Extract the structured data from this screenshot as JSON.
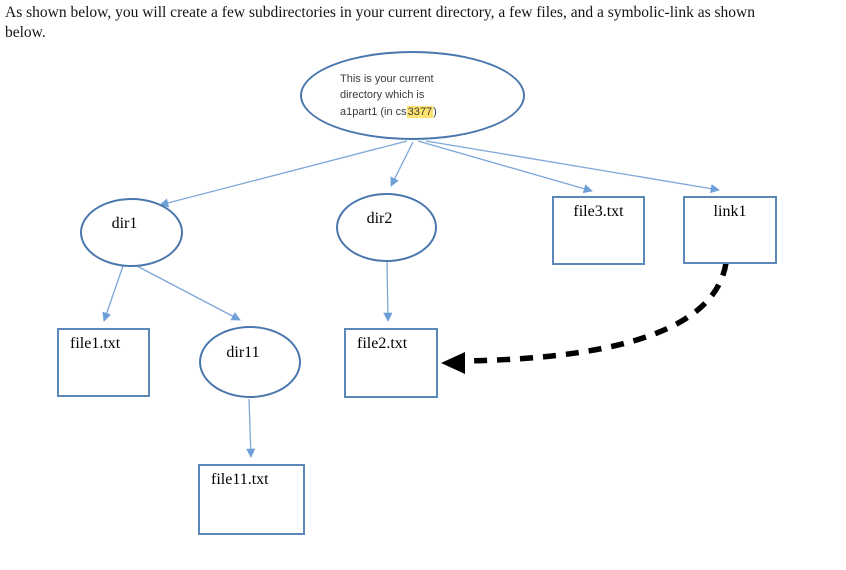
{
  "instructions": {
    "line1": "As shown below, you will create a few subdirectories in your current directory, a few files, and a symbolic-link as shown",
    "line2": "below."
  },
  "root_node": {
    "line1": "This is your current",
    "line2": "directory which is",
    "line3_before": "a1part1 (in cs",
    "line3_highlight": "3377",
    "line3_after": ")"
  },
  "nodes": {
    "dir1": {
      "label": "dir1",
      "shape": "ellipse"
    },
    "dir2": {
      "label": "dir2",
      "shape": "ellipse"
    },
    "dir11": {
      "label": "dir11",
      "shape": "ellipse"
    },
    "file1": {
      "label": "file1.txt",
      "shape": "rectangle"
    },
    "file2": {
      "label": "file2.txt",
      "shape": "rectangle"
    },
    "file3": {
      "label": "file3.txt",
      "shape": "rectangle"
    },
    "file11": {
      "label": "file11.txt",
      "shape": "rectangle"
    },
    "link1": {
      "label": "link1",
      "shape": "rectangle"
    }
  },
  "edges": [
    {
      "from": "current-directory",
      "to": "dir1",
      "style": "solid-arrow"
    },
    {
      "from": "current-directory",
      "to": "dir2",
      "style": "solid-arrow"
    },
    {
      "from": "current-directory",
      "to": "file3.txt",
      "style": "solid-arrow"
    },
    {
      "from": "current-directory",
      "to": "link1",
      "style": "solid-arrow"
    },
    {
      "from": "dir1",
      "to": "file1.txt",
      "style": "solid-arrow"
    },
    {
      "from": "dir1",
      "to": "dir11",
      "style": "solid-arrow"
    },
    {
      "from": "dir2",
      "to": "file2.txt",
      "style": "solid-arrow"
    },
    {
      "from": "dir11",
      "to": "file11.txt",
      "style": "solid-arrow"
    },
    {
      "from": "link1",
      "to": "file2.txt",
      "style": "dashed-symlink-arrow"
    }
  ],
  "colors": {
    "shape_border": "#4f81bd",
    "connector": "#7ea6d9",
    "connector_arrowhead": "#6f9fd8",
    "highlight": "#ffe36e",
    "symlink_arrow": "#000000"
  }
}
